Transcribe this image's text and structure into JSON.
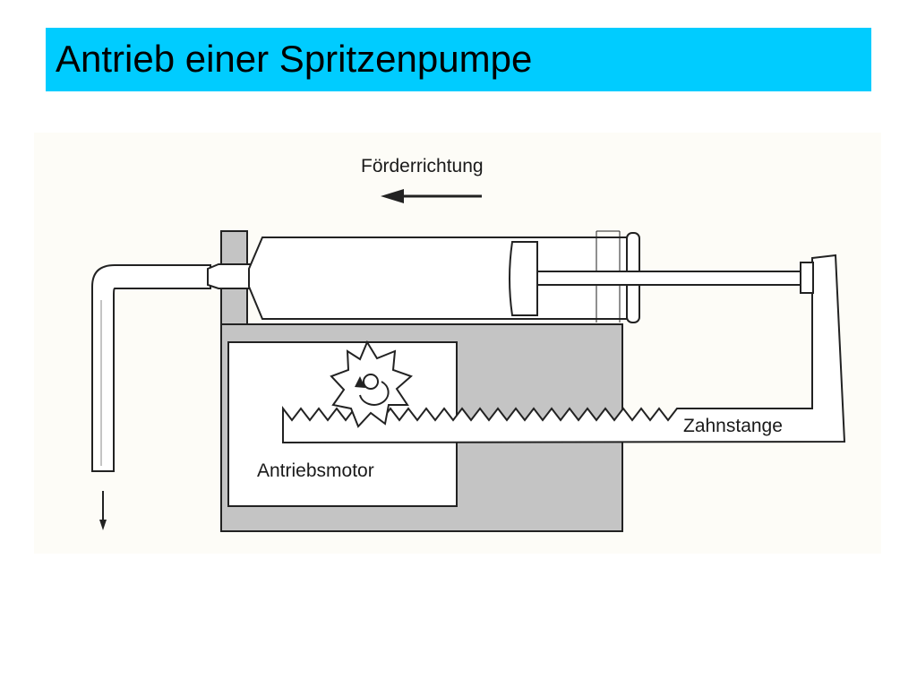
{
  "title": "Antrieb einer Spritzenpumpe",
  "diagram": {
    "labels": {
      "flow_direction": "Förderrichtung",
      "rack": "Zahnstange",
      "drive_motor": "Antriebsmotor"
    },
    "colors": {
      "title_bar": "#00ccff",
      "diagram_background": "#fdfcf7",
      "housing": "#c4c4c4",
      "line": "#222222"
    }
  }
}
